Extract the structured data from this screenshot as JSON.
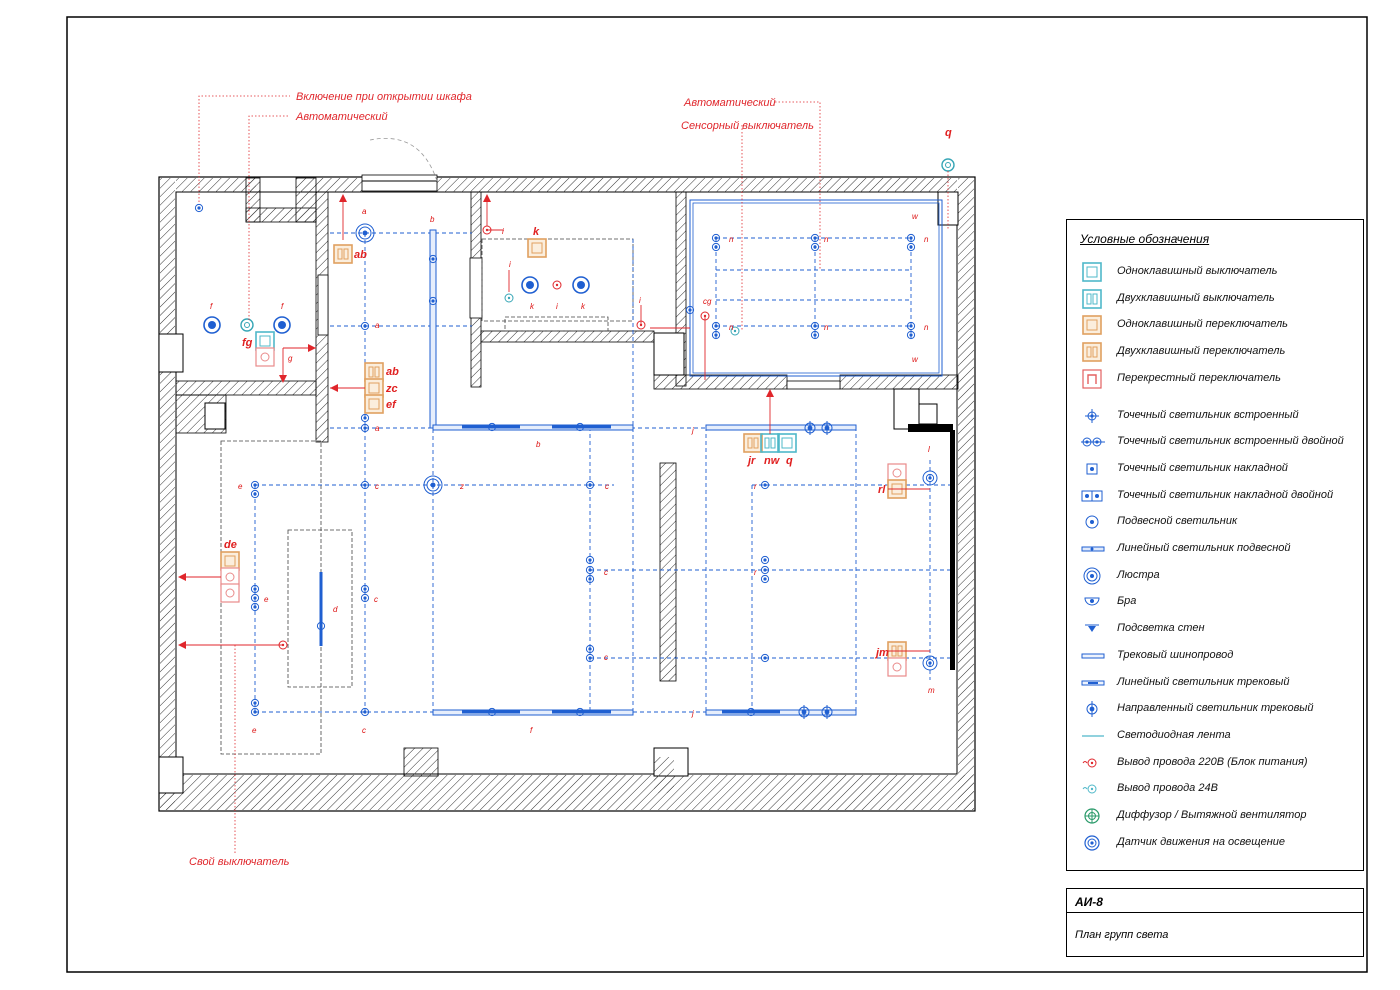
{
  "notes": {
    "wardrobe_switch": "Включение при открытии шкафа",
    "auto_left": "Автоматический",
    "auto_right": "Автоматический",
    "sensor_switch": "Сенсорный выключатель",
    "own_switch": "Свой выключатель"
  },
  "switch_labels": {
    "ab_top": "ab",
    "k": "k",
    "fg": "fg",
    "ab_mid": "ab",
    "zc": "zc",
    "ef": "ef",
    "de": "de",
    "jr": "jr",
    "nw": "nw",
    "q_sw": "q",
    "rl": "rl",
    "jm": "jm",
    "q_top": "q"
  },
  "legend": {
    "title": "Условные обозначения",
    "items": [
      {
        "icon": "single-key-switch-icon",
        "label": "Одноклавишный выключатель"
      },
      {
        "icon": "double-key-switch-icon",
        "label": "Двухклавишный выключатель"
      },
      {
        "icon": "single-key-changeover-switch-icon",
        "label": "Одноклавишный переключатель"
      },
      {
        "icon": "double-key-changeover-switch-icon",
        "label": "Двухклавишный переключатель"
      },
      {
        "icon": "cross-switch-icon",
        "label": "Перекрестный переключатель"
      },
      {
        "icon": "recessed-spotlight-icon",
        "label": "Точечный светильник встроенный"
      },
      {
        "icon": "recessed-double-spotlight-icon",
        "label": "Точечный светильник встроенный двойной"
      },
      {
        "icon": "surface-spotlight-icon",
        "label": "Точечный светильник накладной"
      },
      {
        "icon": "surface-double-spotlight-icon",
        "label": "Точечный светильник накладной двойной"
      },
      {
        "icon": "pendant-lamp-icon",
        "label": "Подвесной светильник"
      },
      {
        "icon": "linear-pendant-lamp-icon",
        "label": "Линейный светильник подвесной"
      },
      {
        "icon": "chandelier-icon",
        "label": "Люстра"
      },
      {
        "icon": "sconce-icon",
        "label": "Бра"
      },
      {
        "icon": "wall-light-icon",
        "label": "Подсветка стен"
      },
      {
        "icon": "track-busbar-icon",
        "label": "Трековый шинопровод"
      },
      {
        "icon": "linear-track-lamp-icon",
        "label": "Линейный светильник трековый"
      },
      {
        "icon": "directional-track-lamp-icon",
        "label": "Направленный светильник трековый"
      },
      {
        "icon": "led-strip-icon",
        "label": "Светодиодная лента"
      },
      {
        "icon": "wire-220v-icon",
        "label": "Вывод провода 220В (Блок питания)"
      },
      {
        "icon": "wire-24v-icon",
        "label": "Вывод провода 24В"
      },
      {
        "icon": "diffuser-fan-icon",
        "label": "Диффузор / Вытяжной вентилятор"
      },
      {
        "icon": "motion-sensor-icon",
        "label": "Датчик движения на освещение"
      }
    ]
  },
  "stamp": {
    "code": "АИ-8",
    "title": "План групп света"
  },
  "colors": {
    "wall": "#000000",
    "light_blue": "#1f5fd1",
    "switch_cyan": "#4fb8c9",
    "switch_orange": "#e0a060",
    "switch_pink": "#e98a8a",
    "note_red": "#e0262b"
  }
}
